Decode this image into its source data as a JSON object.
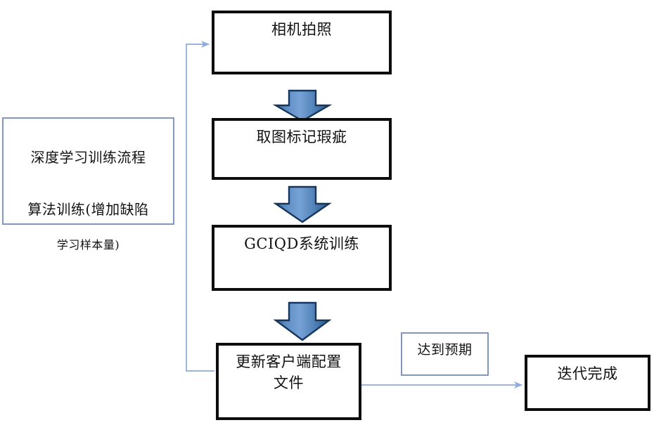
{
  "diagram": {
    "title_note": {
      "line1": "深度学习训练流程",
      "line2": "算法训练(增加缺陷",
      "line3": "学习样本量)",
      "border_color": "#8296c4"
    },
    "nodes": {
      "camera": "相机拍照",
      "mark": "取图标记瑕疵",
      "train": "GCIQD系统训练",
      "update": "更新客户端配置\n文件",
      "expected": "达到预期",
      "done": "迭代完成"
    },
    "colors": {
      "box_border": "#0d0d0d",
      "note_border": "#8296c4",
      "arrow_fill_light": "#6f9ed4",
      "arrow_fill_dark": "#2f5f96",
      "arrow_outline": "#16365c",
      "connector_line": "#8faadc",
      "text": "#111111",
      "background": "#ffffff"
    },
    "connectors": [
      {
        "name": "camera-to-mark",
        "type": "block-arrow",
        "direction": "down"
      },
      {
        "name": "mark-to-train",
        "type": "block-arrow",
        "direction": "down"
      },
      {
        "name": "train-to-update",
        "type": "block-arrow",
        "direction": "down"
      },
      {
        "name": "update-to-camera-feedback",
        "type": "elbow-line",
        "direction": "left-up-right"
      },
      {
        "name": "update-to-done",
        "type": "straight-line",
        "direction": "right"
      }
    ]
  }
}
